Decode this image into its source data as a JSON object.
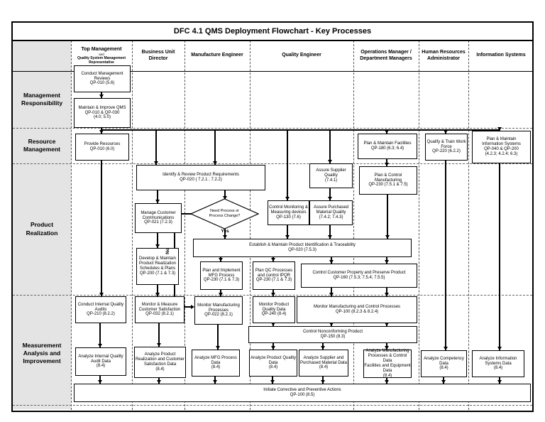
{
  "title": "DFC 4.1 QMS Deployment Flowchart - Key Processes",
  "colors": {
    "lane_label_bg": "#e4e4e4",
    "line": "#000000",
    "box_bg": "#ffffff"
  },
  "columns": [
    {
      "lines": [
        "Top Management",
        "and",
        "Quality System Management",
        "Representative"
      ]
    },
    {
      "lines": [
        "Business Unit",
        "Director"
      ]
    },
    {
      "lines": [
        "Manufacture Engineer"
      ]
    },
    {
      "lines": [
        "Quality Engineer"
      ]
    },
    {
      "lines": [
        "Operations Manager /",
        "Department Managers"
      ]
    },
    {
      "lines": [
        "Human Resources",
        "Administrator"
      ]
    },
    {
      "lines": [
        "Information Systems"
      ]
    }
  ],
  "rows": [
    {
      "lines": [
        "Management",
        "Responsibility"
      ]
    },
    {
      "lines": [
        "Resource",
        "Management"
      ]
    },
    {
      "lines": [
        "Product",
        "Realization"
      ]
    },
    {
      "lines": [
        "Measurement",
        "Analysis and",
        "Improvement"
      ]
    }
  ],
  "decision": {
    "id": "b11",
    "lines": [
      "Need Process or",
      "Process Change?"
    ],
    "yes_label": "Yes",
    "no_label": "No"
  },
  "boxes": [
    {
      "id": "b1",
      "lines": [
        "Conduct Management",
        "Reviews",
        "QP-010 (5.6)"
      ]
    },
    {
      "id": "b2",
      "lines": [
        "Maintain & Improve QMS",
        "QP-010 & QP-030",
        "(4.0; 5.0)"
      ]
    },
    {
      "id": "b3",
      "lines": [
        "Provide Resources",
        "QP-010 (6.0)"
      ]
    },
    {
      "id": "b4",
      "lines": [
        "Plan & Maintain Facilities",
        "QP-180 (6.3; 6.4)"
      ]
    },
    {
      "id": "b5",
      "lines": [
        "Qualify & Train Work",
        "Force",
        "QP-220 (6.2.2)"
      ]
    },
    {
      "id": "b6",
      "lines": [
        "Plan & Maintain",
        "Information Systems",
        "QP-040 & QP-200",
        "(4.2.3; 4.2.4; 6.3)"
      ]
    },
    {
      "id": "b7",
      "lines": [
        "Identify & Review Product Requirements",
        "QP-020 ( 7.2.1 ; 7.2.2)"
      ]
    },
    {
      "id": "b8",
      "lines": [
        "Assure Supplier",
        "Quality",
        "(7.4.1)"
      ]
    },
    {
      "id": "b9",
      "lines": [
        "Plan & Control",
        "Manufacturing",
        "QP-230 (7.5.1 & 7.5)"
      ]
    },
    {
      "id": "b10",
      "lines": [
        "Manage Customer",
        "Communications",
        "QP-021 (7.2.3)"
      ]
    },
    {
      "id": "b12",
      "lines": [
        "Control Monitoring &",
        "Measuring devices",
        "QP-130 (7.6)"
      ]
    },
    {
      "id": "b13",
      "lines": [
        "Assure Purchased",
        "Material Quality",
        "(7.4.2; 7.4.3)"
      ]
    },
    {
      "id": "b14",
      "lines": [
        "Develop & Maintain",
        "Product Realization",
        "Schedules & Plans",
        "QP-200 (7.1 & 7.3)"
      ]
    },
    {
      "id": "b15",
      "lines": [
        "Establish & Maintain Product Identification & Traceability",
        "QP-020 (7.5.3)"
      ]
    },
    {
      "id": "b16",
      "lines": [
        "Plan and Implement",
        "MFG Process",
        "QP-230 (7.1 & 7.3)"
      ]
    },
    {
      "id": "b17",
      "lines": [
        "Plan QC Processes",
        "and control IPQR",
        "QP-230 (7.1 & 7.3)"
      ]
    },
    {
      "id": "b18",
      "lines": [
        "Control Customer Property and Preserve Product",
        "QP-160 (7.5.3; 7.5.4; 7.5.5)"
      ]
    },
    {
      "id": "b19",
      "lines": [
        "Conduct Internal Quality",
        "Audits",
        "QP-210 (8.2.2)"
      ]
    },
    {
      "id": "b20",
      "lines": [
        "Monitor & Measure",
        "Customer Satisfaction",
        "QP-032 (8.2.1)"
      ]
    },
    {
      "id": "b21",
      "lines": [
        "Monitor Manufacturing",
        "Processes",
        "QP-022 (8.2.1)"
      ]
    },
    {
      "id": "b22",
      "lines": [
        "Monitor Product",
        "Quality Data",
        "QP-240 (8.4)"
      ]
    },
    {
      "id": "b23",
      "lines": [
        "Monitor Manufacturing and Control Processes",
        "QP-100 (8.2.3 & 8.2.4)"
      ]
    },
    {
      "id": "b24",
      "lines": [
        "Control Nonconforming Product",
        "QP-150 (8.3)"
      ]
    },
    {
      "id": "b25",
      "lines": [
        "Analyze Internal Quality",
        "Audit Data",
        "(8.4)"
      ]
    },
    {
      "id": "b26",
      "lines": [
        "Analyze Product",
        "Realization and Customer",
        "Satisfaction Data",
        "(8.4)"
      ]
    },
    {
      "id": "b27",
      "lines": [
        "Analyze MFG Process",
        "Data",
        "(8.4)"
      ]
    },
    {
      "id": "b28",
      "lines": [
        "Analyze Product Quality",
        "Data",
        "(8.4)"
      ]
    },
    {
      "id": "b29",
      "lines": [
        "Analyze Supplier and",
        "Purchased Material Data",
        "(8.4)"
      ]
    },
    {
      "id": "b30",
      "lines": [
        "Analyze Manufacturing",
        "Processes & Control Data",
        "Facilities and Equipment Data",
        "(8.4)"
      ]
    },
    {
      "id": "b31",
      "lines": [
        "Analyze Competency",
        "Data",
        "(8.4)"
      ]
    },
    {
      "id": "b32",
      "lines": [
        "Analyze Information",
        "Systems Data",
        "(8.4)"
      ]
    },
    {
      "id": "b33",
      "lines": [
        "Initiate Corrective and Preventive Actions",
        "QP-100 (8.5)"
      ]
    }
  ]
}
